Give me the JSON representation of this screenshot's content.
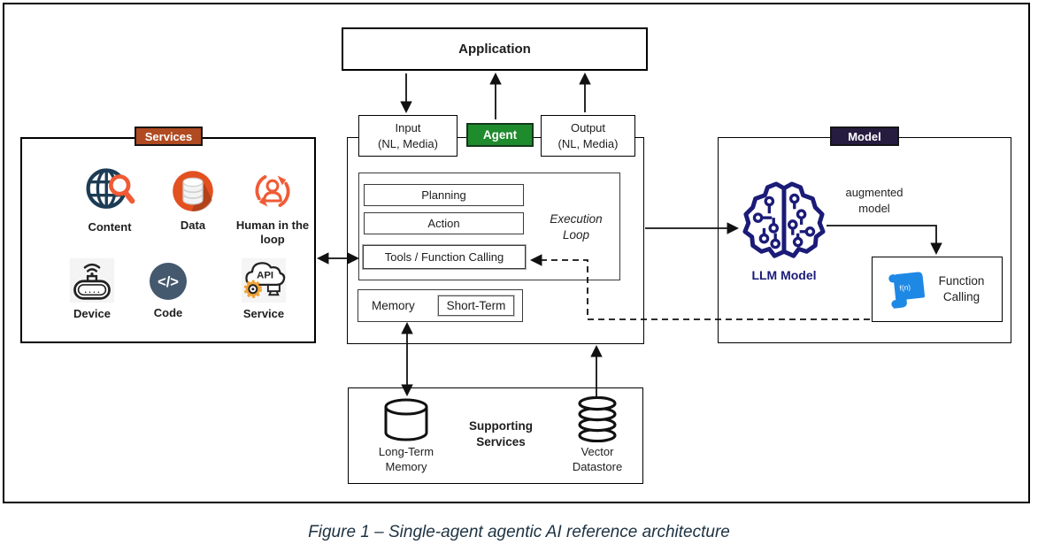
{
  "colors": {
    "brick": "#b04a20",
    "green": "#1e8b2d",
    "purple": "#261c40",
    "navy": "#1b1b78",
    "blue": "#1e88e5",
    "orange": "#f05b35",
    "globe": "#1c3c55",
    "slate": "#44586e",
    "gear": "#f0a235",
    "data_orange": "#e2511f",
    "caption_color": "#1d3242"
  },
  "application": {
    "label": "Application"
  },
  "io": {
    "input_title": "Input",
    "input_sub": "(NL, Media)",
    "agent_label": "Agent",
    "output_title": "Output",
    "output_sub": "(NL, Media)"
  },
  "services": {
    "header": "Services",
    "items": [
      {
        "label": "Content",
        "icon": "globe-search-icon"
      },
      {
        "label": "Data",
        "icon": "database-icon"
      },
      {
        "label": "Human in the loop",
        "icon": "human-loop-icon"
      },
      {
        "label": "Device",
        "icon": "smart-device-icon"
      },
      {
        "label": "Code",
        "icon": "code-icon"
      },
      {
        "label": "Service",
        "icon": "api-cloud-icon"
      }
    ],
    "code_icon_text": "</>",
    "api_icon_text": "API"
  },
  "agent": {
    "planning": "Planning",
    "action": "Action",
    "tools": "Tools / Function Calling",
    "execution_loop": "Execution Loop",
    "memory": "Memory",
    "short_term": "Short-Term"
  },
  "model": {
    "header": "Model",
    "llm_label": "LLM Model",
    "augmented": "augmented model",
    "function_calling": "Function Calling",
    "fn_icon_text": "f(n)"
  },
  "supporting": {
    "title": "Supporting Services",
    "long_term": "Long-Term Memory",
    "vector": "Vector Datastore"
  },
  "caption": "Figure 1 – Single-agent agentic AI reference architecture"
}
